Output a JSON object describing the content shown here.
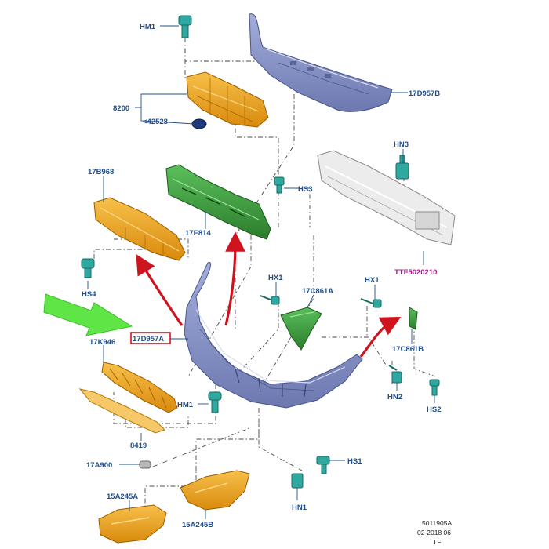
{
  "parts": {
    "hm1_top": "HM1",
    "d957b": "17D957B",
    "p8200": "8200",
    "p42528": "<42528",
    "hn3": "HN3",
    "b968": "17B968",
    "hs3": "HS3",
    "e814": "17E814",
    "hs4": "HS4",
    "ttf": "TTF5020210",
    "hx1_left": "HX1",
    "c861a": "17C861A",
    "hx1_right": "HX1",
    "d957a": "17D957A",
    "k946": "17K946",
    "c861b": "17C861B",
    "hm1_bottom": "HM1",
    "hn2": "HN2",
    "hs2": "HS2",
    "p8419": "8419",
    "a900": "17A900",
    "hs1": "HS1",
    "hn1": "HN1",
    "a245a": "15A245A",
    "a245b": "15A245B"
  },
  "footer": {
    "code": "5011905A",
    "date": "02-2018 06",
    "mark": "TF"
  },
  "colors": {
    "label": "#1f4e8c",
    "highlight_label": "#b0178f",
    "highlight_box": "#d0141e",
    "arrow_red": "#d0141e",
    "arrow_green": "#5fe646",
    "bumper_cover": "#8a95c7",
    "orange_parts": "#f0a01c",
    "green_bracket": "#3d9a3d",
    "clips": "#2fa8a0",
    "reinforcement": "#dcdcdc"
  }
}
